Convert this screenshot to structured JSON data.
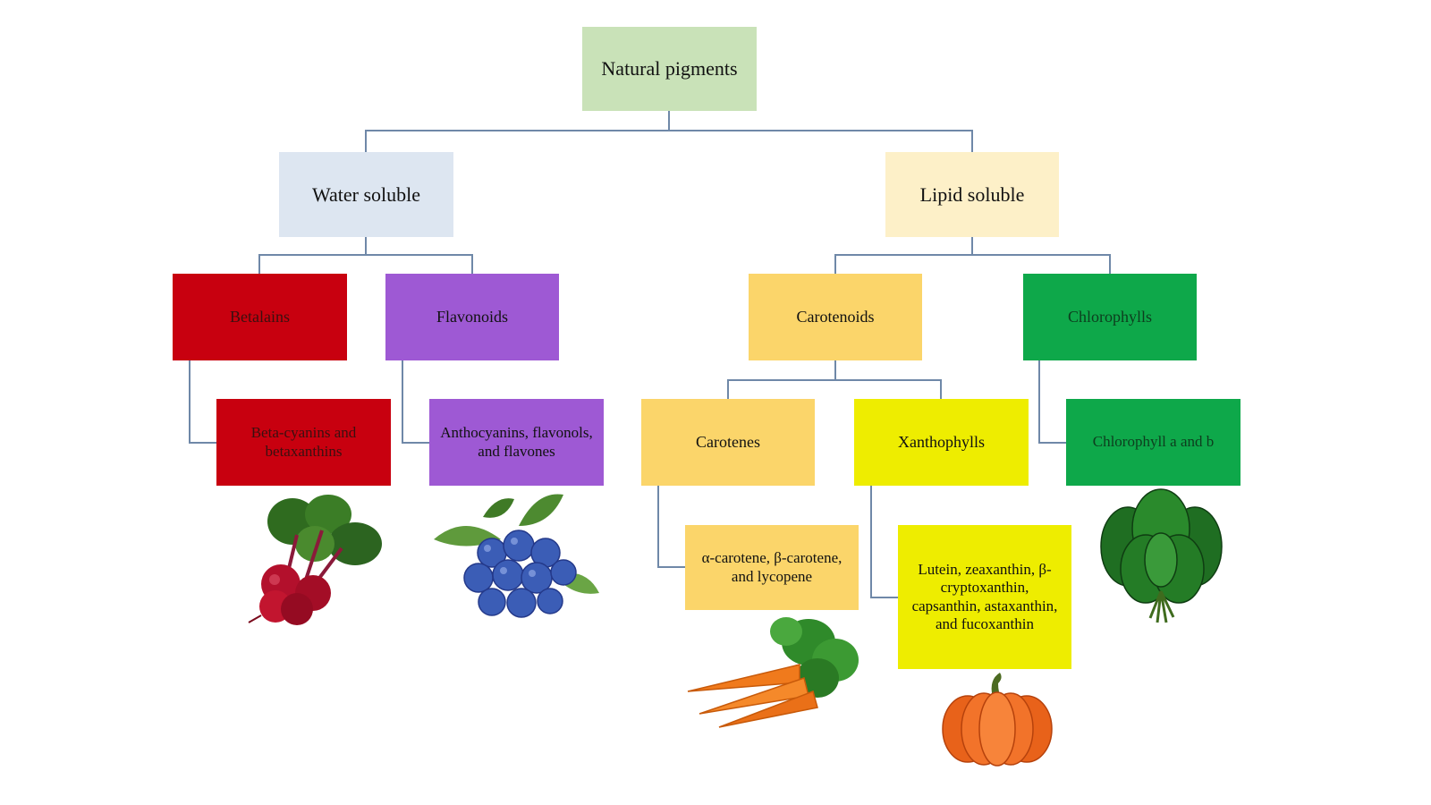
{
  "root": {
    "label": "Natural pigments",
    "color": "#c9e2b8"
  },
  "groups": [
    {
      "label": "Water soluble",
      "color": "#dde6f1",
      "children": [
        {
          "label": "Betalains",
          "color": "#c8000f",
          "detail": {
            "label": "Beta-cyanins and betaxanthins",
            "color": "#c8000f"
          },
          "illustration": "beetroot-illustration"
        },
        {
          "label": "Flavonoids",
          "color": "#9e59d4",
          "detail": {
            "label": "Anthocyanins, flavonols, and flavones",
            "color": "#9e59d4"
          },
          "illustration": "blueberries-illustration"
        }
      ]
    },
    {
      "label": "Lipid soluble",
      "color": "#fdf0c8",
      "children": [
        {
          "label": "Carotenoids",
          "color": "#fbd56a",
          "children": [
            {
              "label": "Carotenes",
              "color": "#fbd56a",
              "detail": {
                "label": "α-carotene, β-carotene, and lycopene",
                "color": "#fbd56a"
              },
              "illustration": "carrots-illustration"
            },
            {
              "label": "Xanthophylls",
              "color": "#eeed00",
              "detail": {
                "label": "Lutein, zeaxanthin, β-cryptoxanthin, capsanthin, astaxanthin, and fucoxanthin",
                "color": "#eeed00"
              },
              "illustration": "pumpkin-illustration"
            }
          ]
        },
        {
          "label": "Chlorophylls",
          "color": "#0ea84a",
          "detail": {
            "label": "Chlorophyll a and b",
            "color": "#0ea84a"
          },
          "illustration": "spinach-illustration"
        }
      ]
    }
  ],
  "connector_color": "#6f88a8"
}
